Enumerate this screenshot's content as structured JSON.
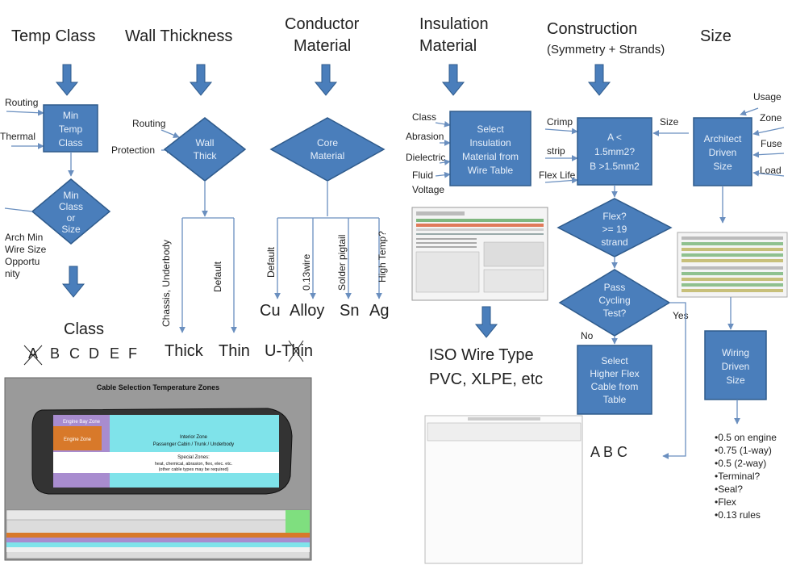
{
  "headers": {
    "temp_class": "Temp Class",
    "wall_thickness": "Wall Thickness",
    "conductor_1": "Conductor",
    "conductor_2": "Material",
    "insulation_1": "Insulation",
    "insulation_2": "Material",
    "construction_1": "Construction",
    "construction_2": "(Symmetry + Strands)",
    "size": "Size"
  },
  "temp_class": {
    "inputs": [
      "Routing",
      "Thermal"
    ],
    "box": [
      "Min",
      "Temp",
      "Class"
    ],
    "diamond": [
      "Min",
      "Class",
      "or",
      "Size"
    ],
    "arch_note": [
      "Arch Min",
      "Wire Size",
      "Opportu",
      "nity"
    ],
    "class_title": "Class",
    "class_letters": [
      "A",
      "B",
      "C",
      "D",
      "E",
      "F"
    ]
  },
  "wall": {
    "inputs": [
      "Routing",
      "Protection"
    ],
    "diamond": [
      "Wall",
      "Thick"
    ],
    "branches": [
      "Chassis, Underbody",
      "Default"
    ],
    "outcomes": [
      "Thick",
      "Thin",
      "U-Thin"
    ]
  },
  "conductor": {
    "diamond": [
      "Core",
      "Material"
    ],
    "branches": [
      "Default",
      "0.13wire",
      "Solder pigtail",
      "High Temp?"
    ],
    "outcomes": [
      "Cu",
      "Alloy",
      "Sn",
      "Ag"
    ]
  },
  "insulation": {
    "inputs": [
      "Class",
      "Abrasion",
      "Dielectric",
      "Fluid",
      "Voltage"
    ],
    "box": [
      "Select",
      "Insulation",
      "Material from",
      "Wire Table"
    ],
    "result_1": "ISO Wire Type",
    "result_2": "PVC, XLPE, etc"
  },
  "construction": {
    "inputs": [
      "Crimp",
      "strip",
      "Flex Life"
    ],
    "size_input": "Size",
    "box": [
      "A <",
      "1.5mm2?",
      "B >1.5mm2"
    ],
    "flex_diamond": [
      ">= 19",
      "strand"
    ],
    "flex_q": "Flex?",
    "cycling_diamond": [
      "Pass",
      "Cycling",
      "Test?"
    ],
    "yes": "Yes",
    "no": "No",
    "select_box": [
      "Select",
      "Higher Flex",
      "Cable from",
      "Table"
    ],
    "outcome": "A B C"
  },
  "size": {
    "inputs": [
      "Usage",
      "Zone",
      "Fuse",
      "Load"
    ],
    "arch_box": [
      "Architect",
      "Driven",
      "Size"
    ],
    "wiring_box": [
      "Wiring",
      "Driven",
      "Size"
    ],
    "list": [
      "•0.5 on engine",
      "•0.75  (1-way)",
      "•0.5 (2-way)",
      "•Terminal?",
      "•Seal?",
      "•Flex",
      "•0.13 rules"
    ]
  },
  "zones_image": {
    "title": "Cable Selection Temperature Zones",
    "engine_bay": "Engine Bay Zone",
    "engine_zone": "Engine Zone",
    "interior_1": "Interior Zone",
    "interior_2": "Passenger Cabin / Trunk / Underbody",
    "special_1": "Special Zones:",
    "special_2": "heat, chemical, abrasion, flex, elec. etc.",
    "special_3": "(other cable types may be required)"
  },
  "colors": {
    "box_fill": "#4a7ebb",
    "box_stroke": "#2f5b8c",
    "engine_bay": "#a88ccf",
    "engine_zone": "#d8792a",
    "interior": "#7fe3ea",
    "panel_bg": "#9a9a9a"
  }
}
